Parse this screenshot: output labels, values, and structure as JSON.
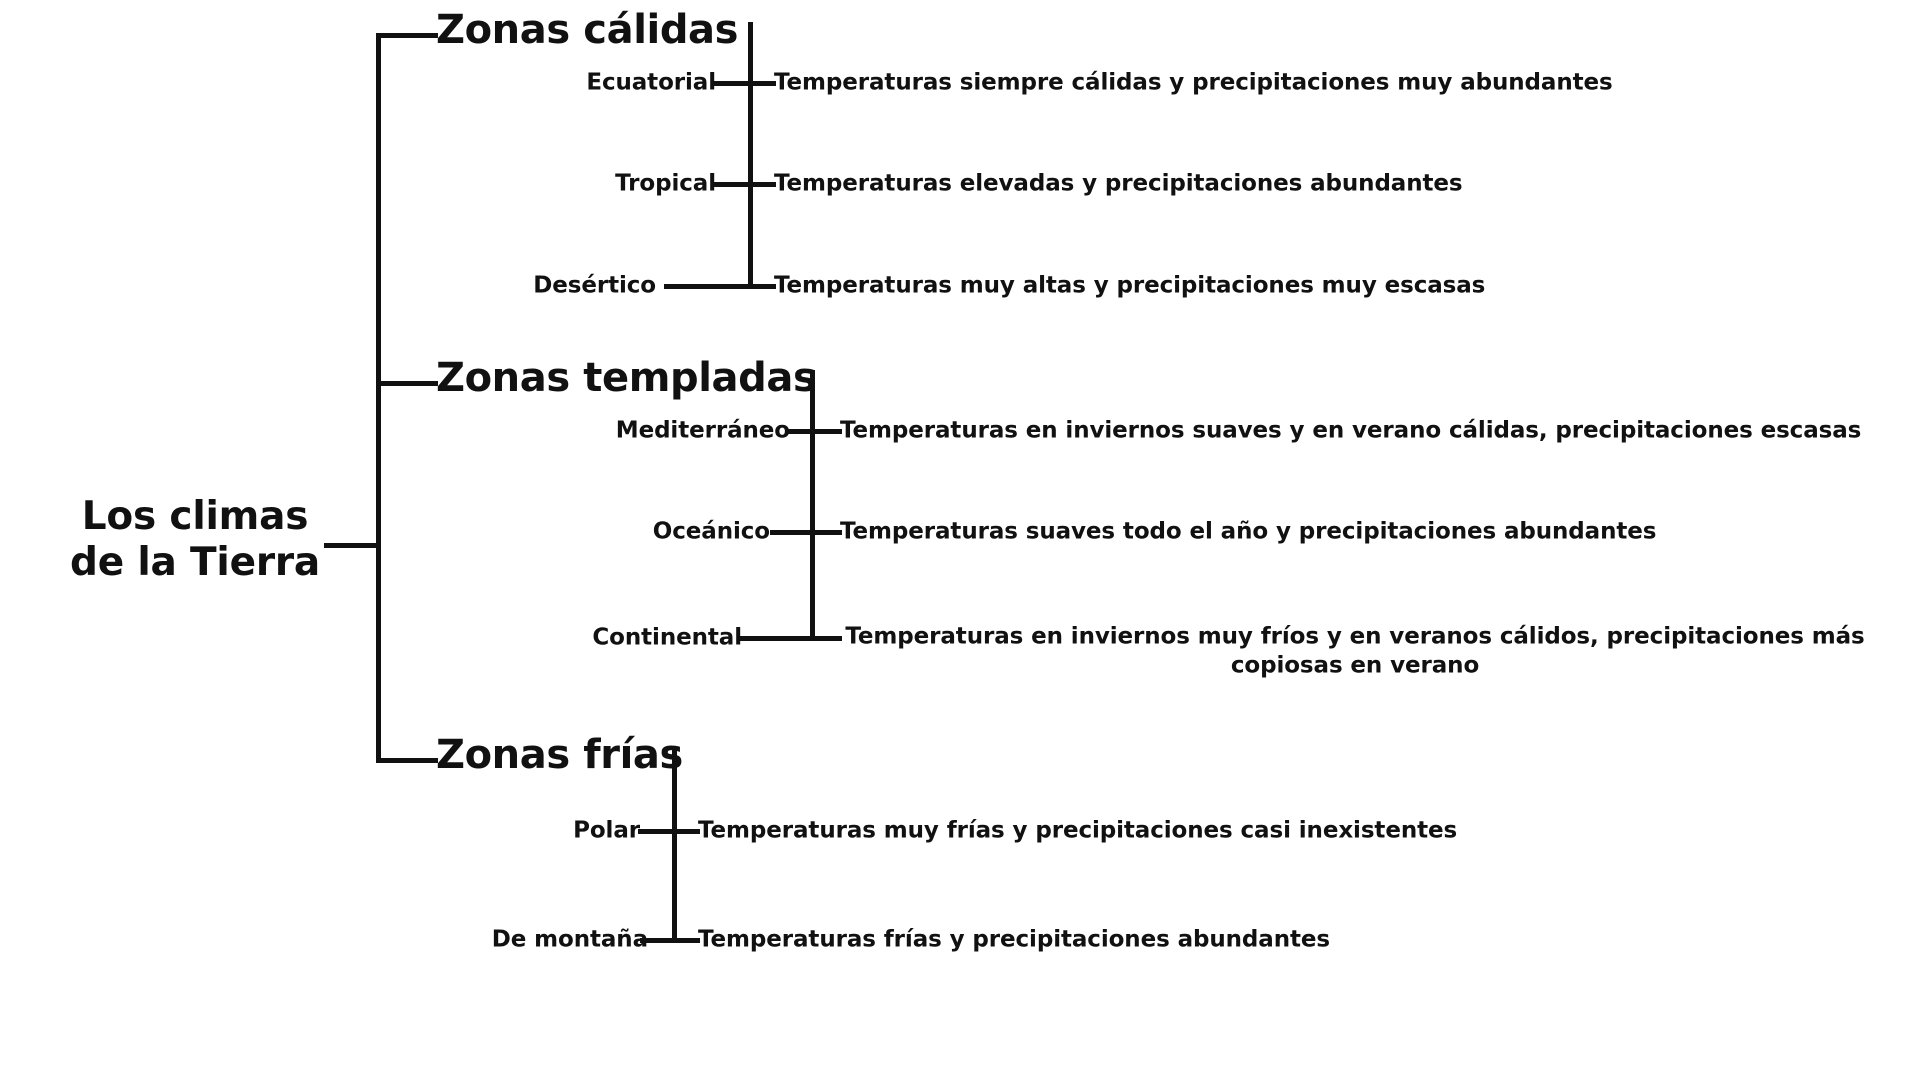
{
  "diagram": {
    "title": "Los climas de la Tierra",
    "type": "tree-diagram",
    "root": {
      "line1": "Los climas",
      "line2": "de la Tierra"
    },
    "colors": {
      "line": "#111111",
      "text": "#111111",
      "background": "#ffffff"
    },
    "branches": [
      {
        "zone": "Zonas cálidas",
        "climates": [
          {
            "name": "Ecuatorial",
            "description": "Temperaturas siempre cálidas y precipitaciones muy abundantes"
          },
          {
            "name": "Tropical",
            "description": "Temperaturas elevadas y precipitaciones abundantes"
          },
          {
            "name": "Desértico",
            "description": "Temperaturas muy altas y precipitaciones muy escasas"
          }
        ]
      },
      {
        "zone": "Zonas templadas",
        "climates": [
          {
            "name": "Mediterráneo",
            "description": "Temperaturas en inviernos suaves y en verano cálidas, precipitaciones escasas"
          },
          {
            "name": "Oceánico",
            "description": "Temperaturas suaves todo el año y precipitaciones abundantes"
          },
          {
            "name": "Continental",
            "description": "Temperaturas en inviernos muy fríos y en veranos cálidos, precipitaciones más copiosas en verano"
          }
        ]
      },
      {
        "zone": "Zonas frías",
        "climates": [
          {
            "name": "Polar",
            "description": "Temperaturas muy frías y precipitaciones casi inexistentes"
          },
          {
            "name": "De montaña",
            "description": "Temperaturas frías y precipitaciones abundantes"
          }
        ]
      }
    ]
  }
}
